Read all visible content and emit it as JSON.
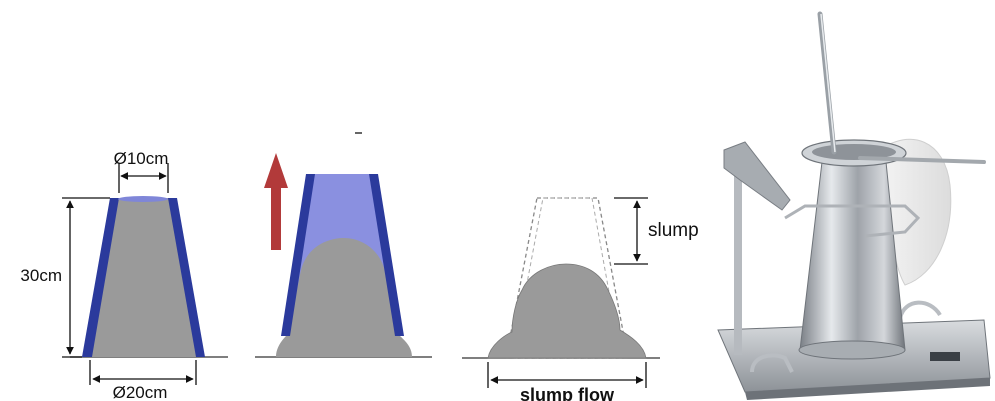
{
  "diagram": {
    "top_diameter_label": "Ø10cm",
    "height_label": "30cm",
    "bottom_diameter_label": "Ø20cm",
    "slump_label": "slump",
    "slump_flow_label": "slump flow"
  },
  "colors": {
    "cone_stroke": "#2b3a9c",
    "cone_fill": "#7f86d8",
    "concrete": "#9a9a9a",
    "arrow": "#b23a3a",
    "ground": "#555555"
  },
  "icons": {
    "lift_arrow": "up-arrow-icon"
  }
}
